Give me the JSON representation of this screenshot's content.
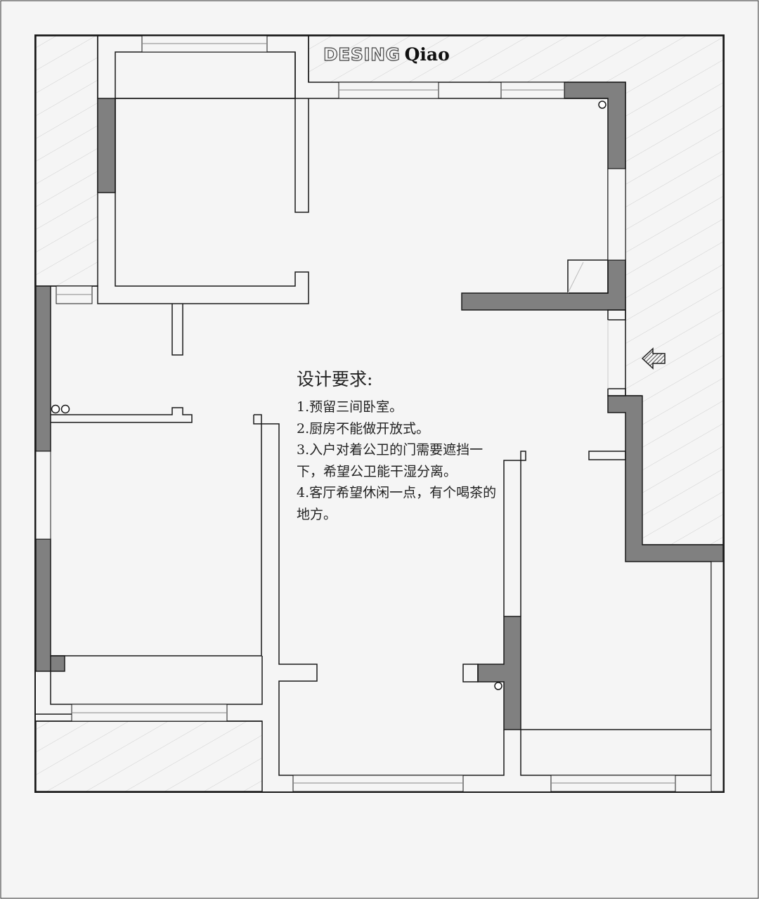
{
  "brand": {
    "outline_text": "DESING",
    "solid_text": "Qiao"
  },
  "requirements": {
    "title": "设计要求:",
    "items": [
      "1.预留三间卧室。",
      "2.厨房不能做开放式。",
      "3.入户对着公卫的门需要遮挡一下，希望公卫能干湿分离。",
      "4.客厅希望休闲一点，有个喝茶的地方。"
    ]
  },
  "colors": {
    "background": "#f5f5f5",
    "wall_outline": "#1a1a1a",
    "structural_wall": "#808080",
    "hatch": "#cfcfcf"
  },
  "icons": {
    "entry": "entry-arrow-icon"
  }
}
